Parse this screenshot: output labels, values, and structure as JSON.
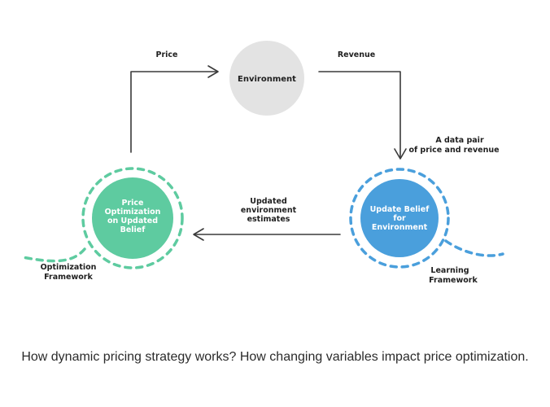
{
  "diagram": {
    "nodes": {
      "environment": {
        "label": "Environment",
        "color": "#e3e3e3"
      },
      "price_optimization": {
        "label_lines": [
          "Price",
          "Optimization",
          "on Updated",
          "Belief"
        ],
        "color": "#5ecba0",
        "ring_color": "#5ecba0"
      },
      "update_belief": {
        "label_lines": [
          "Update Belief",
          "for",
          "Environment"
        ],
        "color": "#4a9fdc",
        "ring_color": "#4a9fdc"
      }
    },
    "edges": {
      "price": {
        "label": "Price"
      },
      "revenue": {
        "label": "Revenue"
      },
      "data_pair": {
        "label_lines": [
          "A data pair",
          "of price and revenue"
        ]
      },
      "updated_estimates": {
        "label_lines": [
          "Updated",
          "environment",
          "estimates"
        ]
      }
    },
    "frameworks": {
      "optimization": {
        "label_lines": [
          "Optimization",
          "Framework"
        ]
      },
      "learning": {
        "label_lines": [
          "Learning",
          "Framework"
        ]
      }
    }
  },
  "caption": "How dynamic pricing strategy works? How changing variables impact price optimization."
}
